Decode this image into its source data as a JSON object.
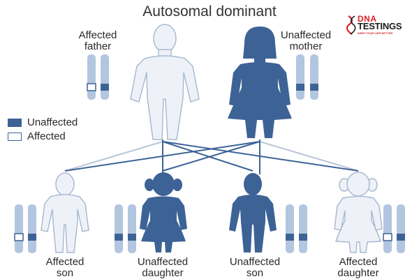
{
  "title": "Autosomal dominant",
  "logo": {
    "line1": "DNA",
    "line2": "TESTINGS",
    "tagline": "KEEP YOUR LIFE BETTER",
    "accent_color": "#d8232a"
  },
  "legend": [
    {
      "label": "Unaffected",
      "swatch": "dark"
    },
    {
      "label": "Affected",
      "swatch": "light"
    }
  ],
  "colors": {
    "unaffected": "#3d6396",
    "affected_fill": "#eef2f8",
    "affected_stroke": "#a9bad1",
    "chromosome_pale": "#b3c6df",
    "band_dark": "#3d6396",
    "line_dark": "#3d6396",
    "line_light": "#b9c6d8"
  },
  "parents": {
    "father": {
      "line1": "Affected",
      "line2": "father",
      "status": "affected"
    },
    "mother": {
      "line1": "Unaffected",
      "line2": "mother",
      "status": "unaffected"
    }
  },
  "children": [
    {
      "line1": "Affected",
      "line2": "son",
      "status": "affected"
    },
    {
      "line1": "Unaffected",
      "line2": "daughter",
      "status": "unaffected"
    },
    {
      "line1": "Unaffected",
      "line2": "son",
      "status": "unaffected"
    },
    {
      "line1": "Affected",
      "line2": "daughter",
      "status": "affected"
    }
  ]
}
